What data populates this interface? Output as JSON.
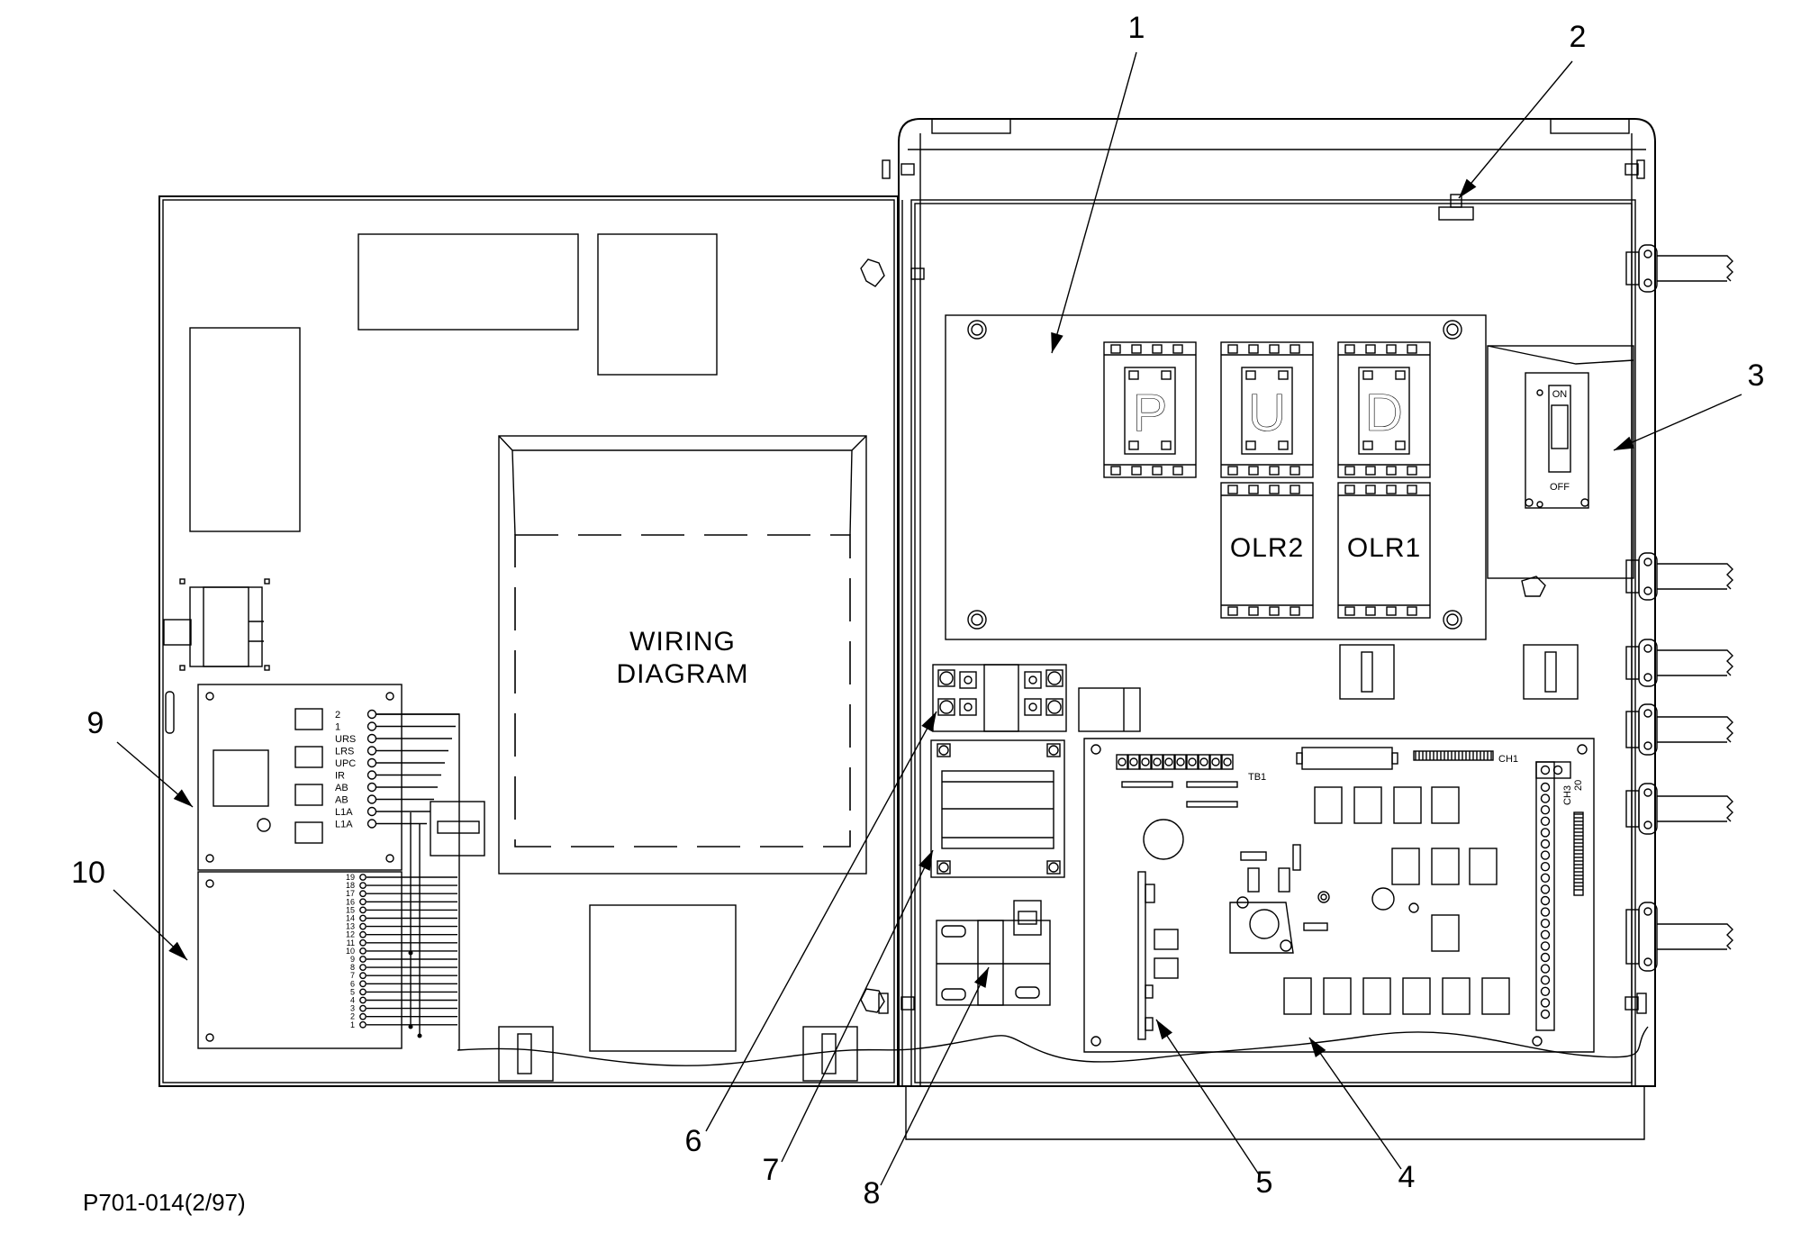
{
  "diagram": {
    "figure_id": "P701-014(2/97)",
    "panel_label": "WIRING\nDIAGRAM",
    "panel_label_lines": [
      "WIRING",
      "DIAGRAM"
    ],
    "relays": [
      "P",
      "U",
      "D"
    ],
    "overloads": [
      "OLR2",
      "OLR1"
    ],
    "switch": {
      "on": "ON",
      "off": "OFF"
    },
    "board_labels": {
      "tb1": "TB1",
      "ch1": "CH1",
      "ch3": "CH3",
      "twenty": "20"
    },
    "terminal_labels_left": [
      "2",
      "1",
      "URS",
      "LRS",
      "UPC",
      "IR",
      "AB",
      "AB",
      "L1A",
      "L1A"
    ],
    "terminal_numbers": [
      "19",
      "18",
      "17",
      "16",
      "15",
      "14",
      "13",
      "12",
      "11",
      "10",
      "9",
      "8",
      "7",
      "6",
      "5",
      "4",
      "3",
      "2",
      "1"
    ],
    "callouts": [
      "1",
      "2",
      "3",
      "4",
      "5",
      "6",
      "7",
      "8",
      "9",
      "10"
    ]
  }
}
